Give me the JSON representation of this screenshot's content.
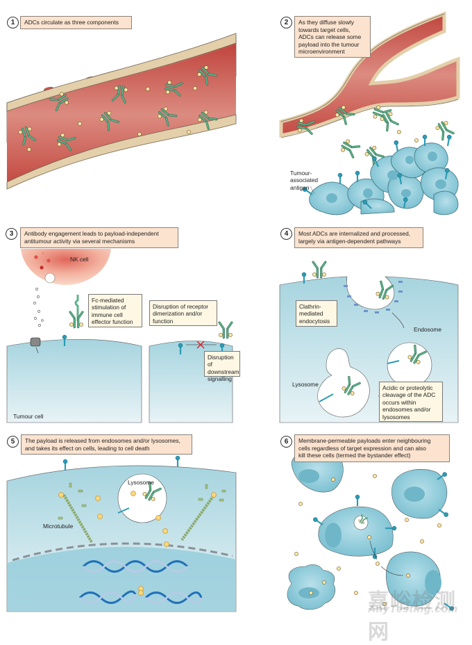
{
  "figure": {
    "panels": [
      {
        "step": "1",
        "caption": "ADCs circulate as three components"
      },
      {
        "step": "2",
        "caption": "As they diffuse slowly\ntowards target cells,\nADCs can release some\npayload into the tumour\nmicroenvironment",
        "labels": {
          "antigen": "Tumour-\nassociated\nantigen"
        }
      },
      {
        "step": "3",
        "caption": "Antibody engagement leads to payload-independent\nantitumour activity via several mechanisms",
        "labels": {
          "nk_cell": "NK cell",
          "tumour_cell": "Tumour cell"
        },
        "notes": {
          "fc": "Fc-mediated\nstimulation of\nimmune cell\neffector function",
          "dimer": "Disruption of receptor\ndimerization and/or\nfunction",
          "signal": "Disruption of\ndownstream\nsignalling"
        }
      },
      {
        "step": "4",
        "caption": "Most ADCs are internalized and processed,\nlargely via antigen-dependent pathways",
        "labels": {
          "endosome": "Endosome",
          "lysosome": "Lysosome"
        },
        "notes": {
          "clathrin": "Clathrin-\nmediated\nendocytosis",
          "cleavage": "Acidic or proteolytic\ncleavage of the ADC\noccurs within\nendosomes and/or\nlysosomes"
        }
      },
      {
        "step": "5",
        "caption": "The payload is released from endosomes and/or lysosomes,\nand takes its effect on cells, leading to cell death",
        "labels": {
          "lysosome": "Lysosome",
          "microtubule": "Microtubule"
        }
      },
      {
        "step": "6",
        "caption": "Membrane-permeable payloads enter neighbouring\ncells regardless of target expression and can also\nkill these cells (termed the bystander effect)"
      }
    ],
    "watermark": {
      "cn": "嘉峪检测网",
      "en": "AnyTesting.com"
    },
    "colors": {
      "vessel": "#c9544c",
      "vessel_light": "#e09a8f",
      "endothelium": "#e3cfa9",
      "antibody": "#5fb38a",
      "payload": "#fbe6a6",
      "cell": "#8fcad8",
      "cell_dark": "#6fb7c8",
      "antigen": "#2b9bb5",
      "caption_bg": "#fbe3cf",
      "note_bg": "#fdf7e3",
      "dna_dark": "#2170b8",
      "dna_light": "#b6cbe6"
    }
  }
}
